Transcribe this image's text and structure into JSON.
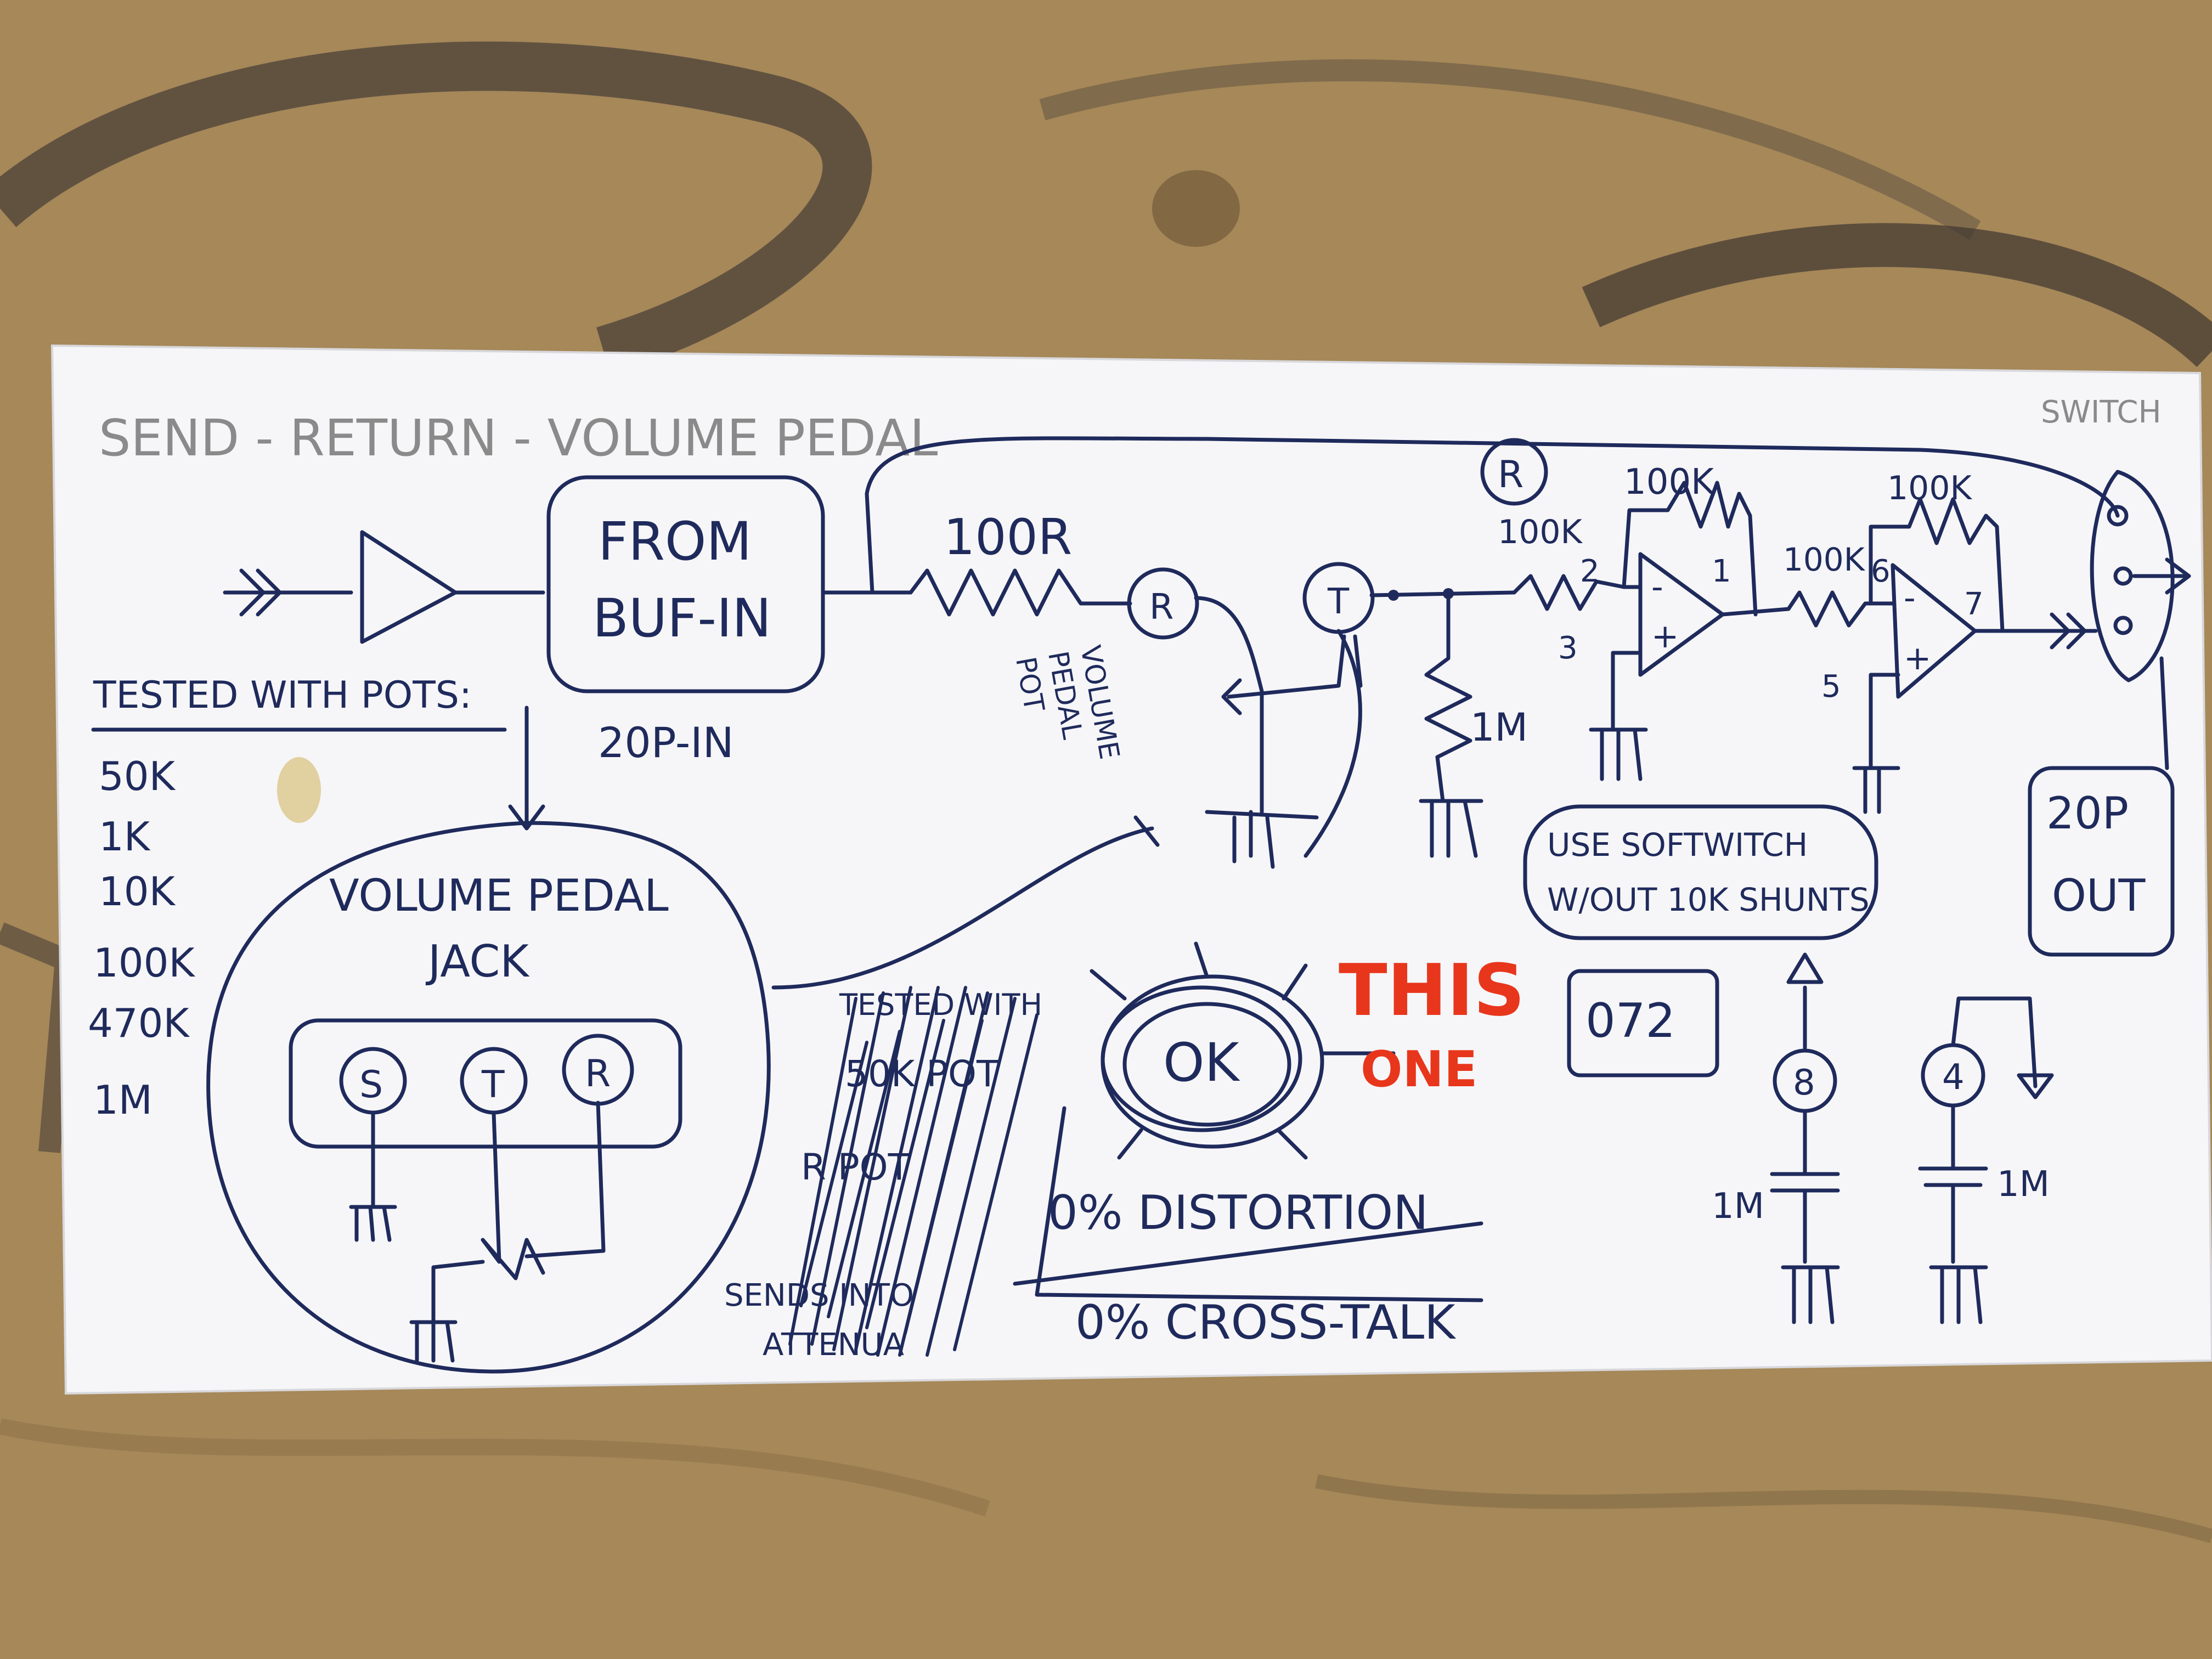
{
  "title": "SEND - RETURN - VOLUME PEDAL",
  "labels": {
    "from_buf_line1": "FROM",
    "from_buf_line2": "BUF-IN",
    "r100": "100R",
    "r_top": "R",
    "r_node": "R",
    "t_node": "T",
    "volume_pedal_pot_line1": "VOLUME",
    "volume_pedal_pot_line2": "PEDAL",
    "volume_pedal_pot_line3": "POT",
    "r_100k_in1": "100K",
    "r_100k_fb1": "100K",
    "r_100k_in2": "100K",
    "r_100k_fb2": "100K",
    "r_1m": "1M",
    "pin2": "2",
    "pin3": "3",
    "pin1": "1",
    "pin6": "6",
    "pin5": "5",
    "pin7": "7",
    "pin8": "8",
    "pin4": "4",
    "switch": "SWITCH",
    "out_line1": "20P",
    "out_line2": "OUT",
    "use_softwitch_line1": "USE SOFTWITCH",
    "use_softwitch_line2": "W/OUT 10K SHUNTS",
    "chip": "072",
    "cap_1m_left": "1M",
    "cap_1m_right": "1M",
    "in_20p": "20P-IN",
    "tested_with_pots_heading": "TESTED WITH POTS:",
    "pot_values": [
      "50K",
      "1K",
      "10K",
      "100K",
      "470K",
      "1M"
    ],
    "jack_line1": "VOLUME PEDAL",
    "jack_line2": "JACK",
    "jack_s": "S",
    "jack_t": "T",
    "jack_r": "R",
    "crossed_line1": "TESTED WITH",
    "crossed_line2": "50K POT",
    "crossed_line3": "R POT",
    "crossed_line4": "SENDS INTO",
    "crossed_line5": "ATTENUA",
    "ok": "OK",
    "this_one_line1": "THIS",
    "this_one_line2": "ONE",
    "distortion": "0% DISTORTION",
    "crosstalk": "0% CROSS-TALK"
  },
  "colors": {
    "desk": "#a88a5c",
    "paper": "#f6f6f8",
    "ink": "#1f2a5c",
    "pencil": "#8a8a8a",
    "red_marker": "#e8361c"
  }
}
